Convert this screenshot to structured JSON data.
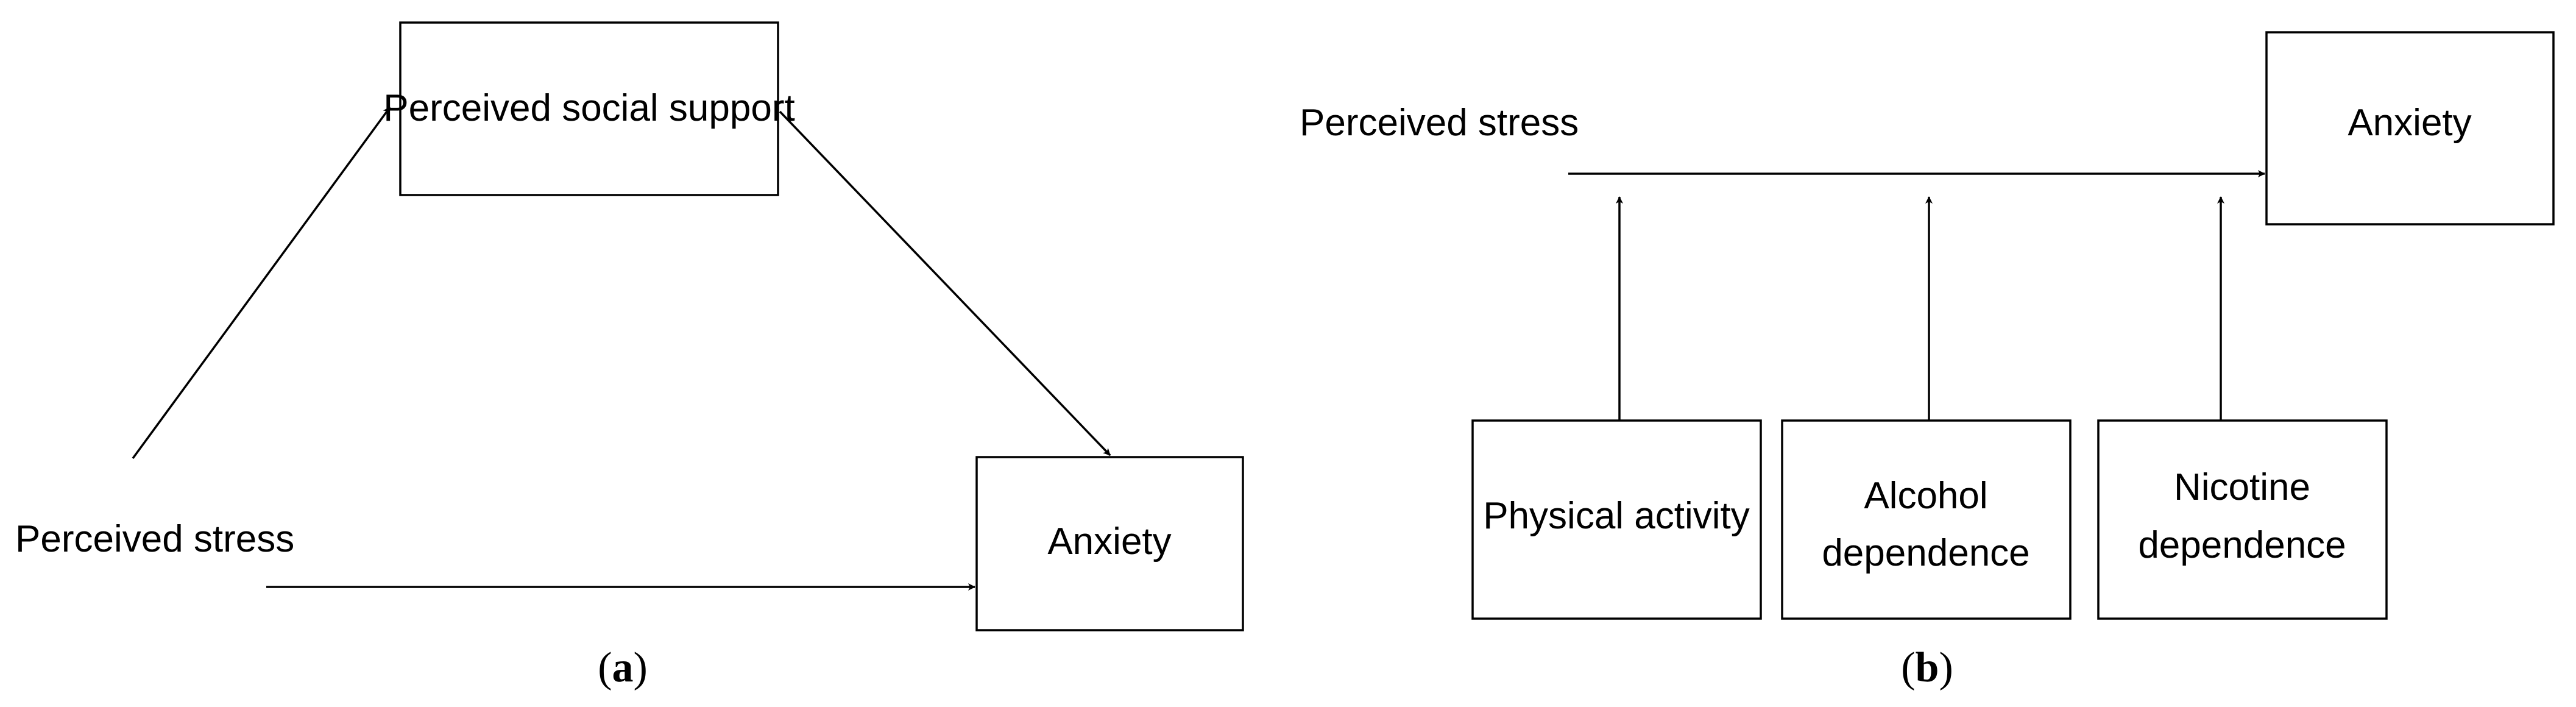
{
  "panel_a": {
    "caption_open": "(",
    "caption_letter": "a",
    "caption_close": ")",
    "nodes": {
      "perceived_social_support": "Perceived social support",
      "perceived_stress": "Perceived stress",
      "anxiety": "Anxiety"
    }
  },
  "panel_b": {
    "caption_open": "(",
    "caption_letter": "b",
    "caption_close": ")",
    "nodes": {
      "perceived_stress": "Perceived stress",
      "anxiety": "Anxiety",
      "physical_activity": "Physical activity",
      "alcohol_dependence_line1": "Alcohol",
      "alcohol_dependence_line2": "dependence",
      "nicotine_dependence_line1": "Nicotine",
      "nicotine_dependence_line2": "dependence"
    }
  }
}
